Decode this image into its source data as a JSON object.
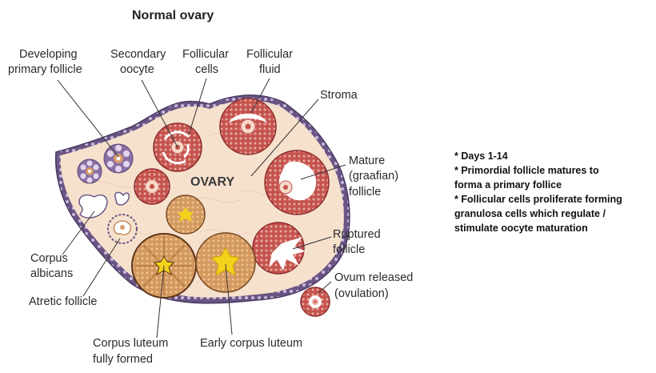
{
  "title": "Normal ovary",
  "ovary_label": "OVARY",
  "labels": {
    "developing_primary": [
      "Developing",
      "primary follicle"
    ],
    "secondary_oocyte": [
      "Secondary",
      "oocyte"
    ],
    "follicular_cells": [
      "Follicular",
      "cells"
    ],
    "follicular_fluid": [
      "Follicular",
      "fluid"
    ],
    "stroma": "Stroma",
    "mature": [
      "Mature",
      "(graafian)",
      "follicle"
    ],
    "ruptured": [
      "Ruptured",
      "follicle"
    ],
    "ovum_released": [
      "Ovum released",
      "(ovulation)"
    ],
    "corpus_albicans": [
      "Corpus",
      "albicans"
    ],
    "atretic": "Atretic follicle",
    "corpus_luteum_full": [
      "Corpus luteum",
      "fully formed"
    ],
    "early_corpus_luteum": "Early corpus luteum"
  },
  "notes": [
    "* Days 1-14",
    "* Primordial follicle matures to",
    "forma a primary follice",
    "* Follicular cells proliferate forming",
    "granulosa cells which regulate /",
    "stimulate oocyte maturation"
  ],
  "colors": {
    "stroma": "#f6e1cd",
    "capsule": "#6a5585",
    "follicle_wall": "#b4413f",
    "follicle_wall_dark": "#8e2d2c",
    "luteum": "#c98a4e",
    "luteum_core": "#f3d21c",
    "primordial": "#8a6fa3"
  }
}
